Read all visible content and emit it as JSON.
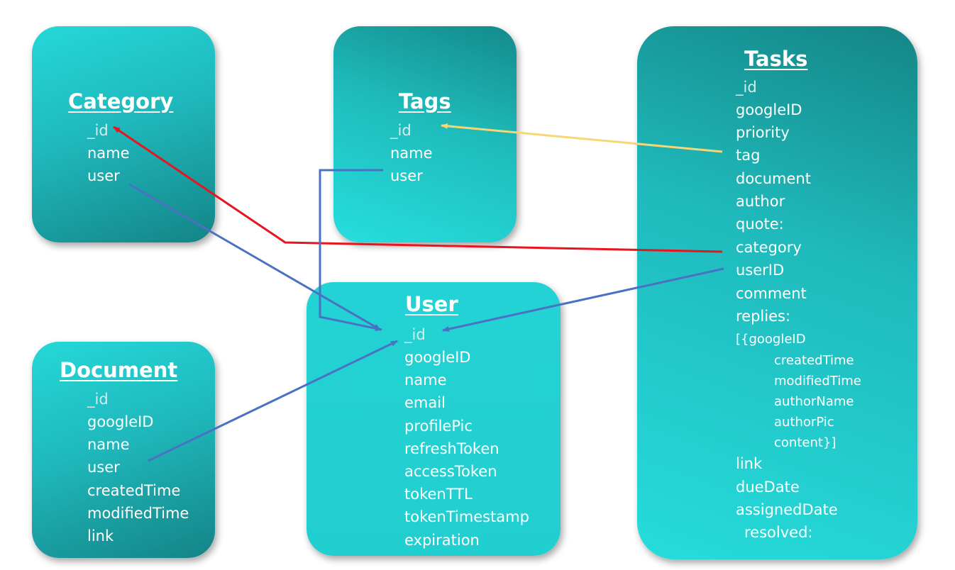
{
  "category": {
    "title": "Category",
    "fields": [
      "_id",
      "name",
      "user"
    ]
  },
  "tags": {
    "title": "Tags",
    "fields": [
      "_id",
      "name",
      "user"
    ]
  },
  "tasks": {
    "title": "Tasks",
    "fields": [
      "_id",
      "googleID",
      "priority",
      "tag",
      "document",
      "author",
      "quote:",
      "category",
      "userID",
      "comment",
      "replies:"
    ],
    "replies_open": "[{googleID",
    "reply_fields": [
      "createdTime",
      "modifiedTime",
      "authorName",
      "authorPic",
      "content}]"
    ],
    "trailing_fields": [
      "link",
      "dueDate",
      "assignedDate"
    ],
    "resolved": "resolved:"
  },
  "user": {
    "title": "User",
    "fields": [
      "_id",
      "googleID",
      "name",
      "email",
      "profilePic",
      "refreshToken",
      "accessToken",
      "tokenTTL",
      "tokenTimestamp",
      "expiration"
    ]
  },
  "document": {
    "title": "Document",
    "fields": [
      "_id",
      "googleID",
      "name",
      "user",
      "createdTime",
      "modifiedTime",
      "link"
    ]
  },
  "colors": {
    "box_light": "#26dede",
    "box_dark": "#148585",
    "link_red": "#e8141e",
    "link_blue": "#4a72c4",
    "link_yellow": "#f7d675"
  }
}
